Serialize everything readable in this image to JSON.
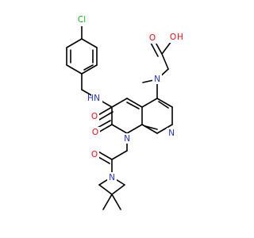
{
  "structure": {
    "atom_labels": {
      "chlorine": "Cl",
      "amide_nh": "H",
      "amide_n": "N",
      "amide_o": "O",
      "hydroxyl_h": "H",
      "hydroxyl_o": "O",
      "acid_carbonyl_o": "O",
      "amine_n": "N",
      "ring_carbonyl_o": "O",
      "ring_n1": "N",
      "pyridine_n": "N",
      "ketone_o": "O",
      "azetidine_n": "N"
    },
    "colors": {
      "bond": "#000000",
      "carbon": "#000000",
      "nitrogen": "#2233dd",
      "oxygen": "#ee1111",
      "chlorine": "#22aa22",
      "hydrogen": "#2233dd"
    }
  }
}
